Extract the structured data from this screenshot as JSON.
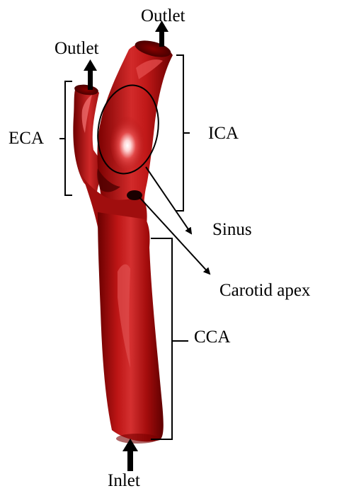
{
  "labels": {
    "outlet_top": "Outlet",
    "outlet_left": "Outlet",
    "eca": "ECA",
    "ica": "ICA",
    "sinus": "Sinus",
    "carotid_apex": "Carotid apex",
    "cca": "CCA",
    "inlet": "Inlet"
  },
  "colors": {
    "vessel_base": "#b30c0c",
    "vessel_dark": "#6e0000",
    "vessel_light": "#e84444",
    "highlight": "#ffffff",
    "ink": "#000000",
    "background": "#ffffff"
  }
}
